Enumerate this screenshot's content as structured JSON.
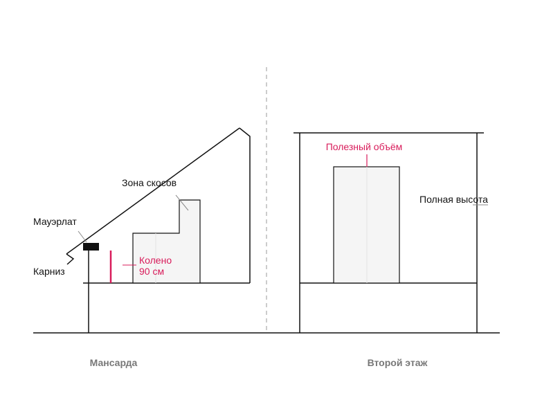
{
  "left_panel": {
    "caption": "Мансарда",
    "labels": {
      "slope_zone": "Зона скосов",
      "mauerlat": "Мауэрлат",
      "eave": "Карниз",
      "knee_line1": "Колено",
      "knee_line2": "90 см"
    }
  },
  "right_panel": {
    "caption": "Второй этаж",
    "labels": {
      "useful_volume": "Полезный объём",
      "full_height": "Полная высота"
    }
  },
  "colors": {
    "accent": "#d81b5a",
    "line": "#111111",
    "caption": "#777777",
    "fill_zone": "#f5f5f5",
    "divider": "#b0b0b0"
  }
}
